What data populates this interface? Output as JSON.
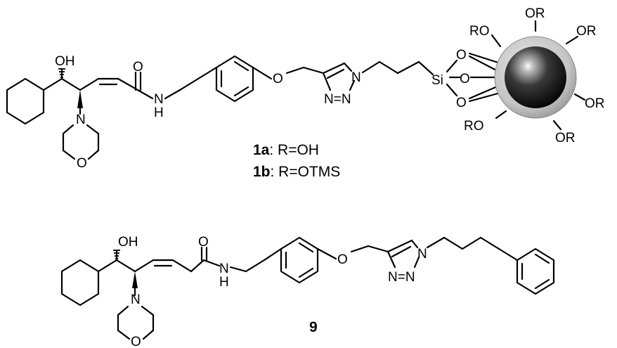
{
  "compound_1": {
    "atoms": {
      "oh": "OH",
      "n_morpholine": "N",
      "o_morpholine": "O",
      "o_carbonyl": "O",
      "nh_n": "N",
      "nh_h": "H",
      "o_ether": "O",
      "n1_triazole": "N",
      "n23_triazole": "N=N",
      "si": "Si",
      "o_si_1": "O",
      "o_si_2": "O",
      "o_si_3": "O"
    },
    "particle_groups": [
      "OR",
      "RO",
      "OR",
      "RO",
      "OR",
      "RO",
      "OR"
    ],
    "label_a": {
      "bold": "1a",
      "rest": ": R=OH"
    },
    "label_b": {
      "bold": "1b",
      "rest": ": R=OTMS"
    }
  },
  "compound_9": {
    "atoms": {
      "oh": "OH",
      "n_morpholine": "N",
      "o_morpholine": "O",
      "o_carbonyl": "O",
      "nh_n": "N",
      "nh_h": "H",
      "o_ether": "O",
      "n1_triazole": "N",
      "n23_triazole": "N=N"
    },
    "label": "9"
  },
  "colors": {
    "ink": "#000000",
    "sphere_shell": "#c8c8c8",
    "sphere_core": "#1a1a1a"
  }
}
